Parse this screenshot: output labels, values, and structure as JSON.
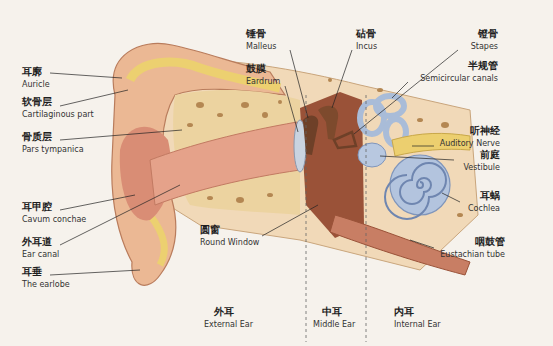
{
  "diagram": {
    "labels": [
      "耳廓",
      "Auricle",
      "软骨层",
      "Cartilaginous part",
      "骨质层",
      "Pars tympanica",
      "耳甲腔",
      "Cavum conchae",
      "外耳道",
      "Ear canal",
      "耳垂",
      "The earlobe",
      "锤骨",
      "Malleus",
      "鼓膜",
      "Eardrum",
      "砧骨",
      "Incus",
      "镫骨",
      "Stapes",
      "半规管",
      "Semicircular canals",
      "听神经",
      "Auditory Nerve",
      "前庭",
      "Vestibule",
      "耳蜗",
      "Cochlea",
      "咽鼓管",
      "Eustachian tube",
      "圆窗",
      "Round Window",
      "外耳",
      "External Ear",
      "中耳",
      "Middle Ear",
      "内耳",
      "Internal Ear"
    ]
  }
}
